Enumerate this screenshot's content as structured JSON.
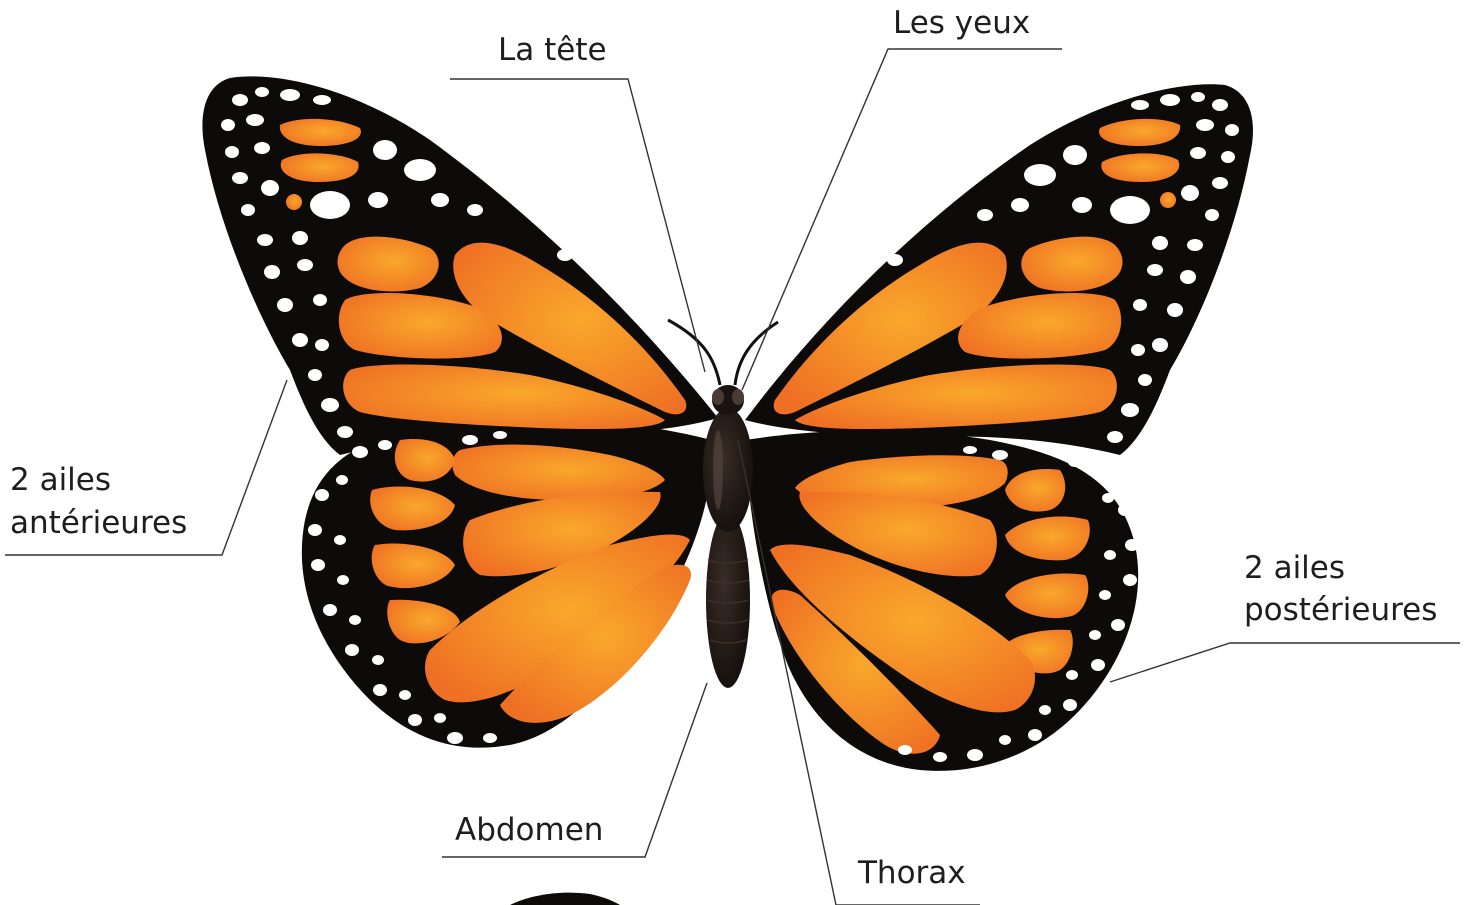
{
  "colors": {
    "wing_black": "#0d0b0a",
    "wing_orange_light": "#f9a82b",
    "wing_orange_dark": "#ef7024",
    "spot_white": "#ffffff",
    "body": "#1c1513",
    "leader_line": "#333333",
    "label_text": "#1e1e1e"
  },
  "labels": {
    "head": "La tête",
    "eyes": "Les yeux",
    "forewings_line1": "2 ailes",
    "forewings_line2": "antérieures",
    "hindwings_line1": "2 ailes",
    "hindwings_line2": "postérieures",
    "abdomen": "Abdomen",
    "thorax": "Thorax"
  }
}
